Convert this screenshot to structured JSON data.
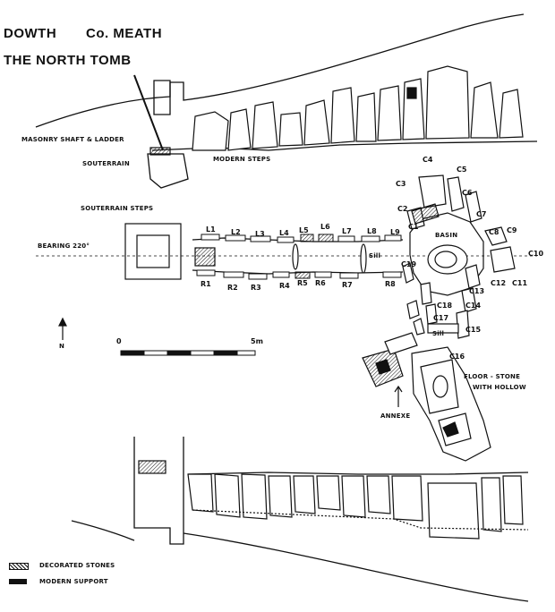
{
  "title": {
    "line1_place": "DOWTH",
    "line1_county": "Co. MEATH",
    "line2": "THE NORTH TOMB"
  },
  "labels": {
    "masonry_shaft": "MASONRY SHAFT & LADDER",
    "souterrain": "SOUTERRAIN",
    "modern_steps": "MODERN STEPS",
    "souterrain_steps": "SOUTERRAIN STEPS",
    "bearing": "BEARING 220°",
    "basin": "BASIN",
    "floor_stone": "FLOOR - STONE",
    "with_hollow": "WITH HOLLOW",
    "annexe": "ANNEXE",
    "sill": "Sill",
    "sill_2": "Sill",
    "north": "N"
  },
  "stones": {
    "L": [
      "L1",
      "L2",
      "L3",
      "L4",
      "L5",
      "L6",
      "L7",
      "L8",
      "L9"
    ],
    "R": [
      "R1",
      "R2",
      "R3",
      "R4",
      "R5",
      "R6",
      "R7",
      "R8"
    ],
    "C": [
      "C1",
      "C2",
      "C3",
      "C4",
      "C5",
      "C6",
      "C7",
      "C8",
      "C9",
      "C10",
      "C11",
      "C12",
      "C13",
      "C14",
      "C15",
      "C16",
      "C17",
      "C18",
      "C19"
    ]
  },
  "scale": {
    "start": "0",
    "end": "5m"
  },
  "legend": [
    {
      "label": "DECORATED STONES",
      "pattern": "hatched"
    },
    {
      "label": "MODERN SUPPORT",
      "pattern": "solid",
      "color": "#000000"
    }
  ],
  "colors": {
    "ink": "#111111",
    "paper": "#ffffff"
  }
}
